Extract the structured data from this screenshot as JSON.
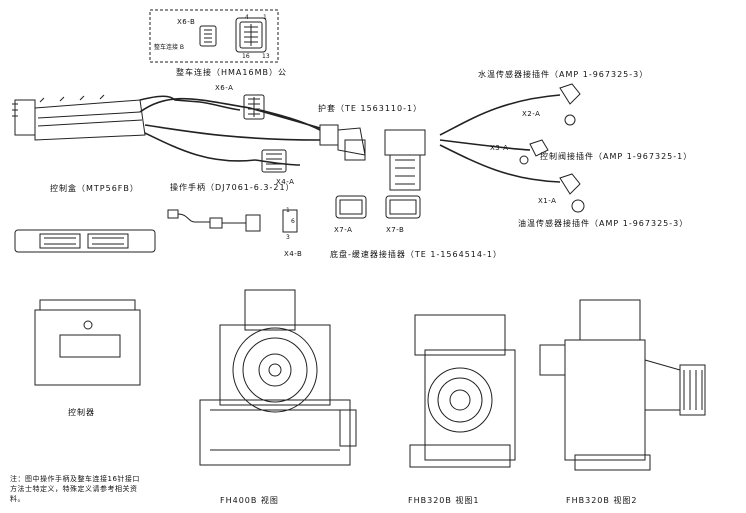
{
  "labels": {
    "x6b_title": "X6-B",
    "x6b_sub": "整车连接 B",
    "pin_4": "4",
    "pin_1": "1",
    "pin_16": "16",
    "pin_13": "13",
    "vehicle_connector": "整车连接（HMA16MB）公",
    "x6a": "X6-A",
    "sheath": "护套（TE 1563110-1）",
    "water_temp_sensor": "水温传感器接插件（AMP 1-967325-3）",
    "x2a": "X2-A",
    "x3a": "X3-A",
    "control_valve": "控制阀接插件（AMP 1-967325-1）",
    "controller_box": "控制盒（MTP56FB）",
    "handle": "操作手柄（DJ7061-6.3-21）",
    "x4a": "X4-A",
    "x1a": "X1-A",
    "oil_temp_sensor": "油温传感器接插件（AMP 1-967325-3）",
    "pin_1b": "1",
    "pin_6": "6",
    "pin_3": "3",
    "x4b": "X4-B",
    "x7a": "X7-A",
    "x7b": "X7-B",
    "chassis_connector": "底盘-缓速器接插器（TE 1-1564514-1）",
    "controller": "控制器",
    "fh400b_view": "FH400B 视图",
    "fhb320b_view1": "FHB320B 视图1",
    "fhb320b_view2": "FHB320B 视图2",
    "note": "注：图中操作手柄及整车连接16针接口方法士特定义，特殊定义请参考相关资料。"
  }
}
